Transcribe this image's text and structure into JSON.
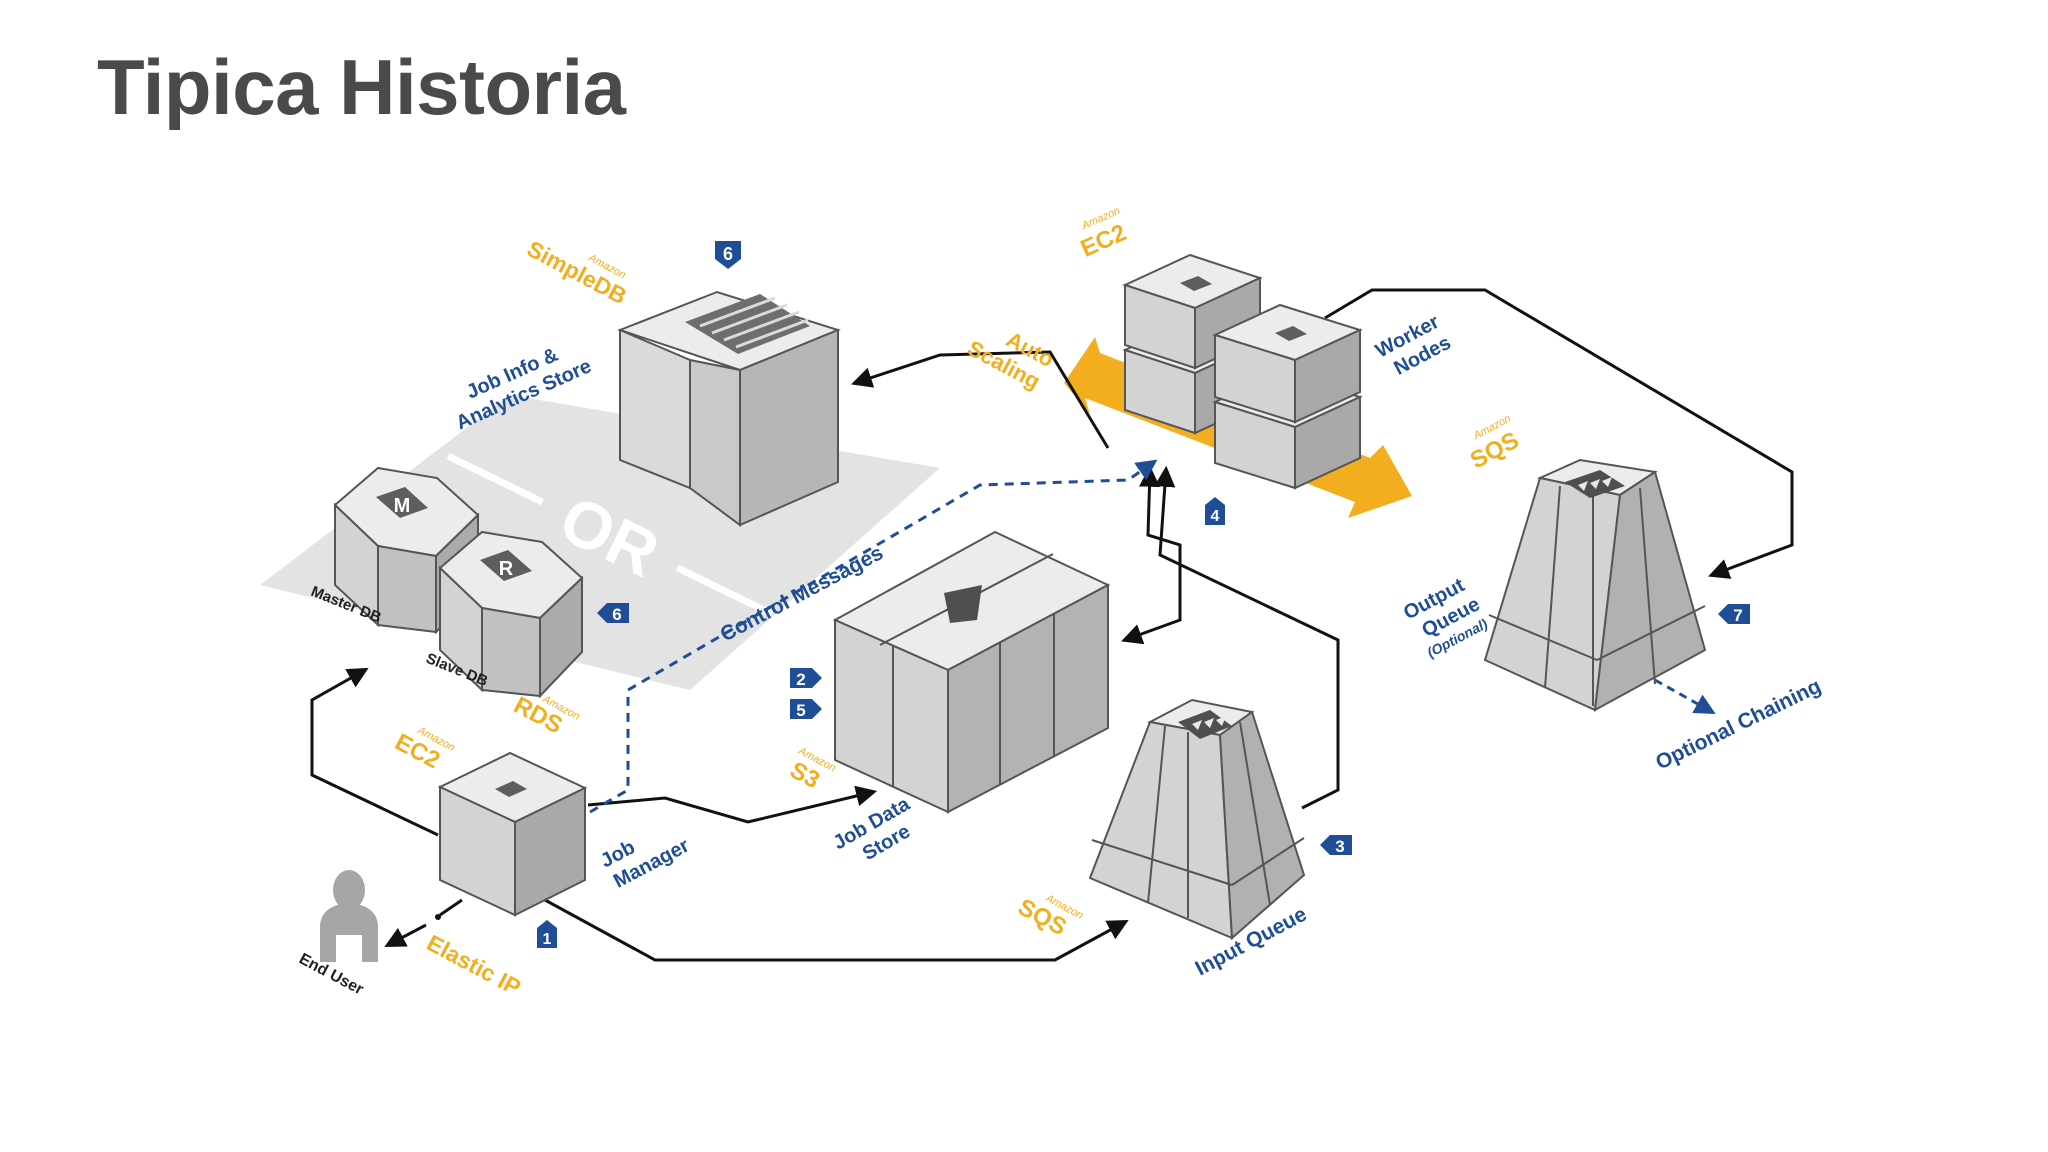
{
  "slide": {
    "title": "Tipica Historia"
  },
  "diagram": {
    "services": {
      "simpledb": {
        "brand": "Amazon",
        "name": "SimpleDB"
      },
      "ec2_workers": {
        "brand": "Amazon",
        "name": "EC2"
      },
      "rds": {
        "brand": "Amazon",
        "name": "RDS"
      },
      "ec2_manager": {
        "brand": "Amazon",
        "name": "EC2"
      },
      "s3": {
        "brand": "Amazon",
        "name": "S3"
      },
      "sqs_input": {
        "brand": "Amazon",
        "name": "SQS"
      },
      "sqs_output": {
        "brand": "Amazon",
        "name": "SQS"
      }
    },
    "labels": {
      "analytics_line1": "Job Info &",
      "analytics_line2": "Analytics Store",
      "or": "OR",
      "master_db": "Master DB",
      "slave_db": "Slave DB",
      "master_icon": "M",
      "slave_icon": "R",
      "control_messages": "Control Messages",
      "auto_line1": "Auto",
      "auto_line2": "Scaling",
      "worker_line1": "Worker",
      "worker_line2": "Nodes",
      "output_line1": "Output",
      "output_line2": "Queue",
      "output_optional": "(Optional)",
      "optional_chaining": "Optional  Chaining",
      "job_data_line1": "Job Data",
      "job_data_line2": "Store",
      "job_manager_line1": "Job",
      "job_manager_line2": "Manager",
      "input_queue": "Input Queue",
      "end_user": "End User",
      "elastic_ip": "Elastic IP"
    },
    "steps": {
      "s1": "1",
      "s2": "2",
      "s3": "3",
      "s4": "4",
      "s5": "5",
      "s6a": "6",
      "s6b": "6",
      "s7": "7"
    },
    "colors": {
      "amazon_orange": "#f3ae1f",
      "label_blue": "#1f4e96",
      "badge_blue": "#1f4e96",
      "box_gray": "#cfcfcf",
      "arrow_black": "#111111"
    }
  }
}
